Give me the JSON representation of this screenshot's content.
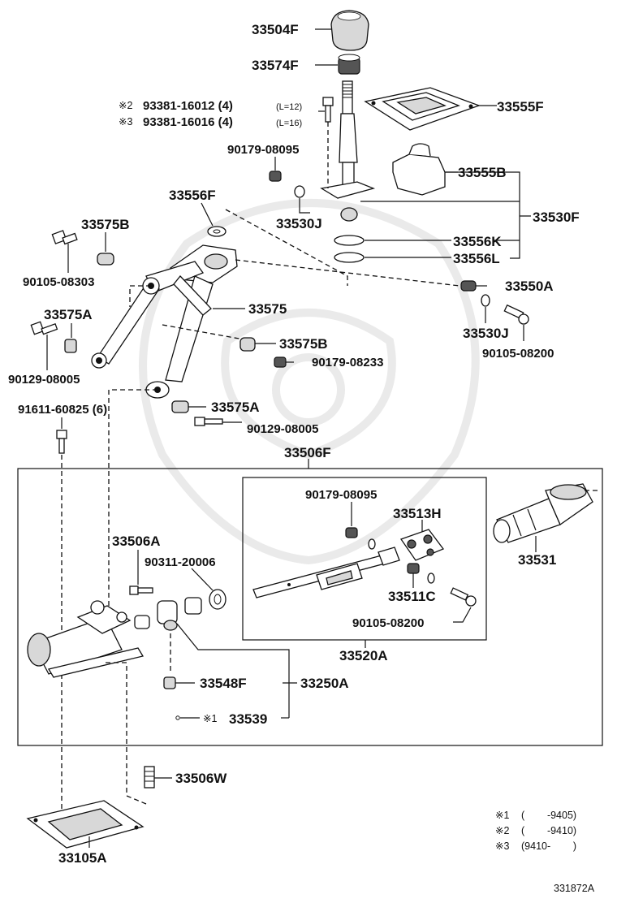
{
  "labels": {
    "p33504F": "33504F",
    "p33574F": "33574F",
    "p33555F": "33555F",
    "bolt_note1_prefix": "※2",
    "bolt_note1": "93381-16012 (4)",
    "bolt_note1_len": "(L=12)",
    "bolt_note2_prefix": "※3",
    "bolt_note2": "93381-16016 (4)",
    "bolt_note2_len": "(L=16)",
    "p90179_08095_top": "90179-08095",
    "p33555B": "33555B",
    "p33556F": "33556F",
    "p33530J_top": "33530J",
    "p33530F": "33530F",
    "p33575B_top": "33575B",
    "p33556K": "33556K",
    "p33556L": "33556L",
    "p90105_08303": "90105-08303",
    "p33550A": "33550A",
    "p33575": "33575",
    "p33575A_top": "33575A",
    "p33575B_mid": "33575B",
    "p33530J_right": "33530J",
    "p90179_08233": "90179-08233",
    "p90105_08200_top": "90105-08200",
    "p90129_08005_left": "90129-08005",
    "p91611_60825": "91611-60825 (6)",
    "p33575A_mid": "33575A",
    "p90129_08005_mid": "90129-08005",
    "p33506F": "33506F",
    "p90179_08095_box": "90179-08095",
    "p33513H": "33513H",
    "p33506A": "33506A",
    "p90311_20006": "90311-20006",
    "p33531": "33531",
    "p33511C": "33511C",
    "p90105_08200_box": "90105-08200",
    "p33520A": "33520A",
    "p33548F": "33548F",
    "p33250A": "33250A",
    "p33539_prefix": "※1",
    "p33539": "33539",
    "p33506W": "33506W",
    "p33105A": "33105A"
  },
  "notes": [
    {
      "mark": "※1",
      "text": "(        -9405)"
    },
    {
      "mark": "※2",
      "text": "(        -9410)"
    },
    {
      "mark": "※3",
      "text": "(9410-        )"
    }
  ],
  "figure_id": "331872A"
}
